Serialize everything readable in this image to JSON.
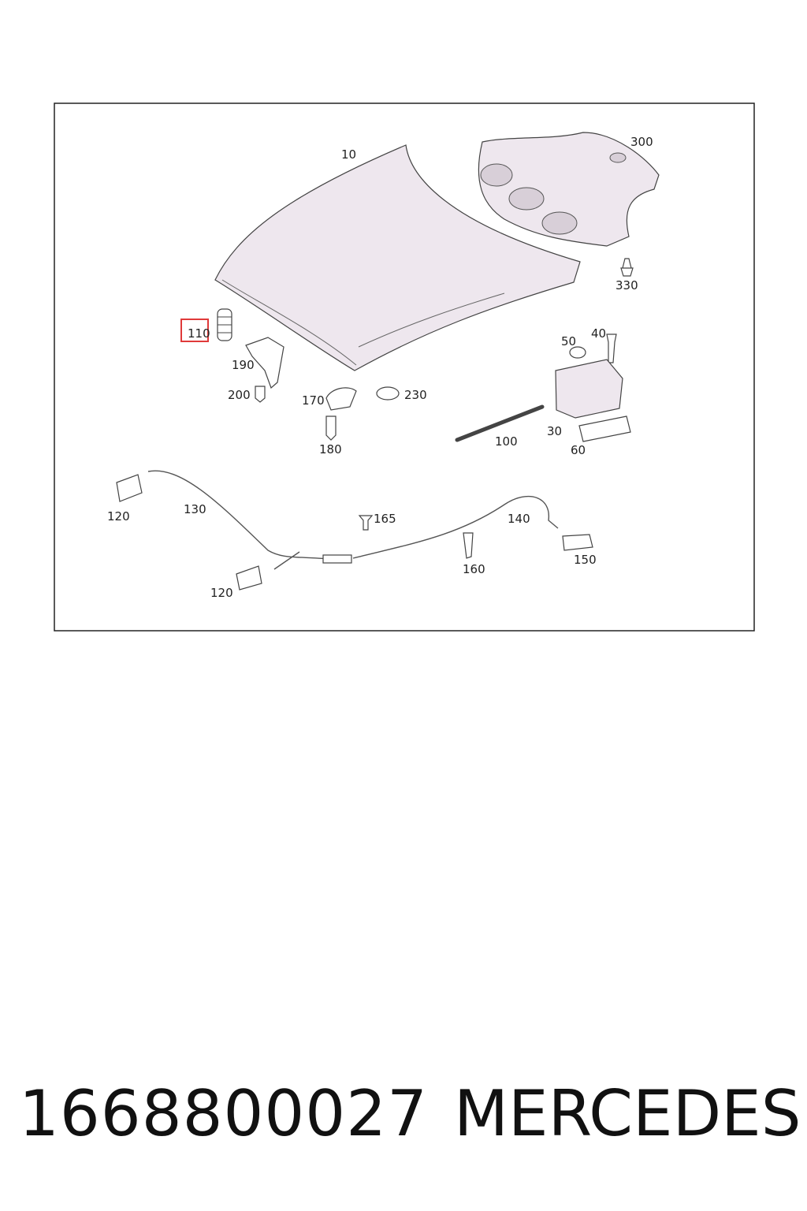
{
  "diagram": {
    "part_labels": {
      "p10": "10",
      "p300": "300",
      "p330": "330",
      "p110": "110",
      "p190": "190",
      "p200": "200",
      "p170": "170",
      "p230": "230",
      "p180": "180",
      "p50": "50",
      "p40": "40",
      "p100": "100",
      "p30": "30",
      "p60": "60",
      "p120a": "120",
      "p130": "130",
      "p165": "165",
      "p140": "140",
      "p150": "150",
      "p160": "160",
      "p120b": "120"
    },
    "highlight_color": "#e03a3a"
  },
  "footer": {
    "part_number": "1668800027",
    "brand": "MERCEDES"
  }
}
